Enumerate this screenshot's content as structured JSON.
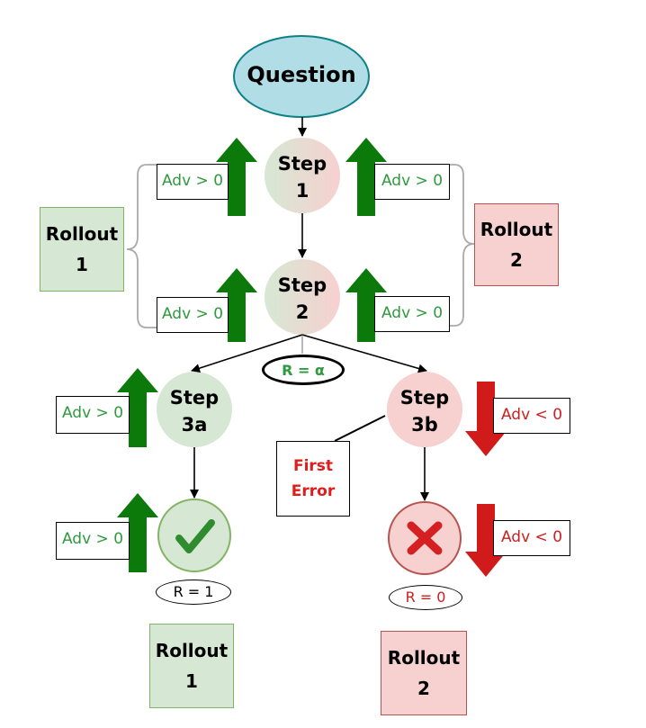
{
  "question": {
    "label": "Question"
  },
  "steps": {
    "step1": {
      "line1": "Step",
      "line2": "1"
    },
    "step2": {
      "line1": "Step",
      "line2": "2"
    },
    "step3a": {
      "line1": "Step",
      "line2": "3a"
    },
    "step3b": {
      "line1": "Step",
      "line2": "3b"
    }
  },
  "advantages": {
    "step1_left": "Adv > 0",
    "step1_right": "Adv > 0",
    "step2_left": "Adv > 0",
    "step2_right": "Adv > 0",
    "step3a": "Adv > 0",
    "check": "Adv > 0",
    "step3b": "Adv < 0",
    "cross": "Adv < 0"
  },
  "rollouts": {
    "top_left": {
      "line1": "Rollout",
      "line2": "1"
    },
    "top_right": {
      "line1": "Rollout",
      "line2": "2"
    },
    "bottom_left": {
      "line1": "Rollout",
      "line2": "1"
    },
    "bottom_right": {
      "line1": "Rollout",
      "line2": "2"
    }
  },
  "rewards": {
    "alpha": "R = α",
    "success": "R = 1",
    "failure": "R = 0"
  },
  "first_error": {
    "line1": "First",
    "line2": "Error"
  },
  "colors": {
    "question_fill": "#b1dde6",
    "question_stroke": "#0e8088",
    "green_fill": "#d6e8d3",
    "green_stroke": "#82b366",
    "red_fill": "#f7d0d0",
    "red_stroke": "#b85450",
    "up_arrow": "#0b7a0b",
    "down_arrow": "#d11a1a",
    "positive_text": "#2e9a3e",
    "negative_text": "#cc1f1f",
    "check": "#2e8b2e",
    "cross": "#d42020"
  },
  "icons": {
    "success": "check-icon",
    "failure": "cross-icon"
  }
}
